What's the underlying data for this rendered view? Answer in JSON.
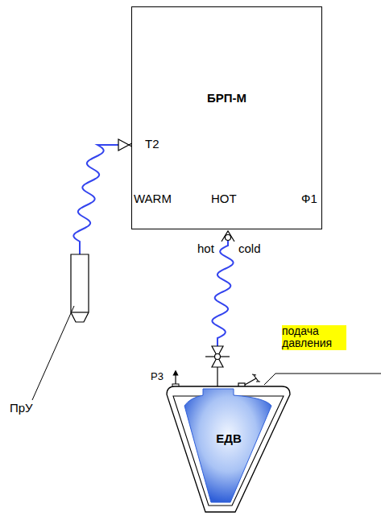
{
  "diagram": {
    "nodes": [
      {
        "text": [
          "БРП-М"
        ]
      },
      {
        "text": [
          "ЕДВ"
        ]
      }
    ],
    "labels": [
      "T2",
      "WARM",
      "HOT",
      "Ф1",
      "hot",
      "cold",
      "ПрУ",
      "Р3",
      "подача давления"
    ]
  }
}
